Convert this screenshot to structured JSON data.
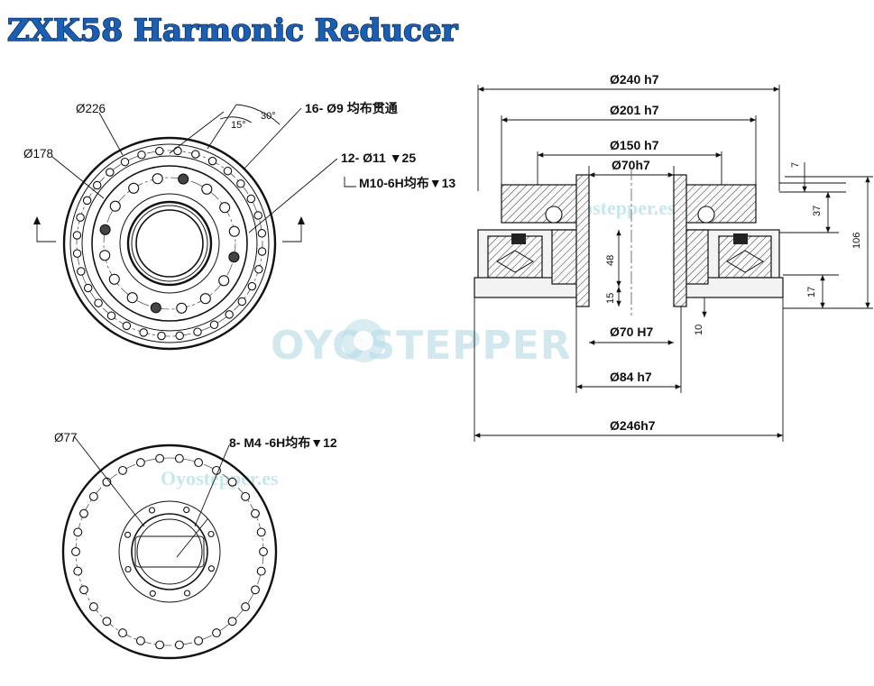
{
  "title": "ZXK58 Harmonic Reducer",
  "watermarks": {
    "main": "OYOSTEPPER",
    "url_1": "Oyostepper.es",
    "url_2": "Oyostepper.es"
  },
  "front_view": {
    "dia_outer": "Ø226",
    "dia_bolt_circle": "Ø178",
    "note_through_holes": "16- Ø9 均布贯通",
    "note_holes_12": "12- Ø11 ▼25",
    "note_thread": "M10-6H均布▼13",
    "angle_15": "15°",
    "angle_30": "30°"
  },
  "rear_view": {
    "dia_inner": "Ø77",
    "note_thread": "8- M4 -6H均布▼12"
  },
  "section_view": {
    "d240": "Ø240 h7",
    "d201": "Ø201 h7",
    "d150": "Ø150 h7",
    "d70_top": "Ø70h7",
    "d70_bottom": "Ø70 H7",
    "d84": "Ø84 h7",
    "d246": "Ø246h7",
    "h7": "7",
    "h37": "37",
    "h106": "106",
    "h17": "17",
    "h48": "48",
    "h15": "15",
    "h10": "10"
  }
}
